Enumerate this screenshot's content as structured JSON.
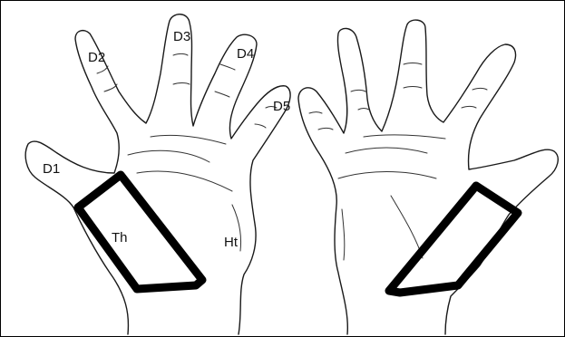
{
  "labels": {
    "d1": "D1",
    "d2": "D2",
    "d3": "D3",
    "d4": "D4",
    "d5": "D5",
    "thenar": "Th",
    "hypothenar": "Ht"
  },
  "colors": {
    "outline": "#1a1a1a",
    "region_border": "#000000",
    "background": "#ffffff"
  }
}
